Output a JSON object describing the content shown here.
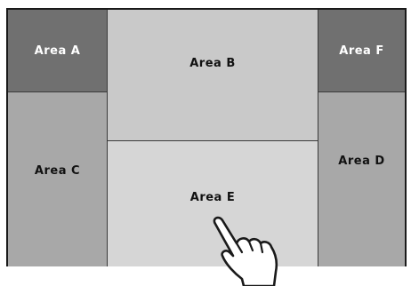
{
  "areas": {
    "a": "Area A",
    "b": "Area B",
    "c": "Area C",
    "d": "Area D",
    "e": "Area E",
    "f": "Area F"
  },
  "icons": {
    "pointer": "tapping-hand-icon"
  },
  "colors": {
    "dark_panel": "#707070",
    "mid_panel": "#a8a8a8",
    "light_panel": "#c9c9c9",
    "lighter_panel": "#d6d6d6",
    "border": "#1a1a1a"
  }
}
